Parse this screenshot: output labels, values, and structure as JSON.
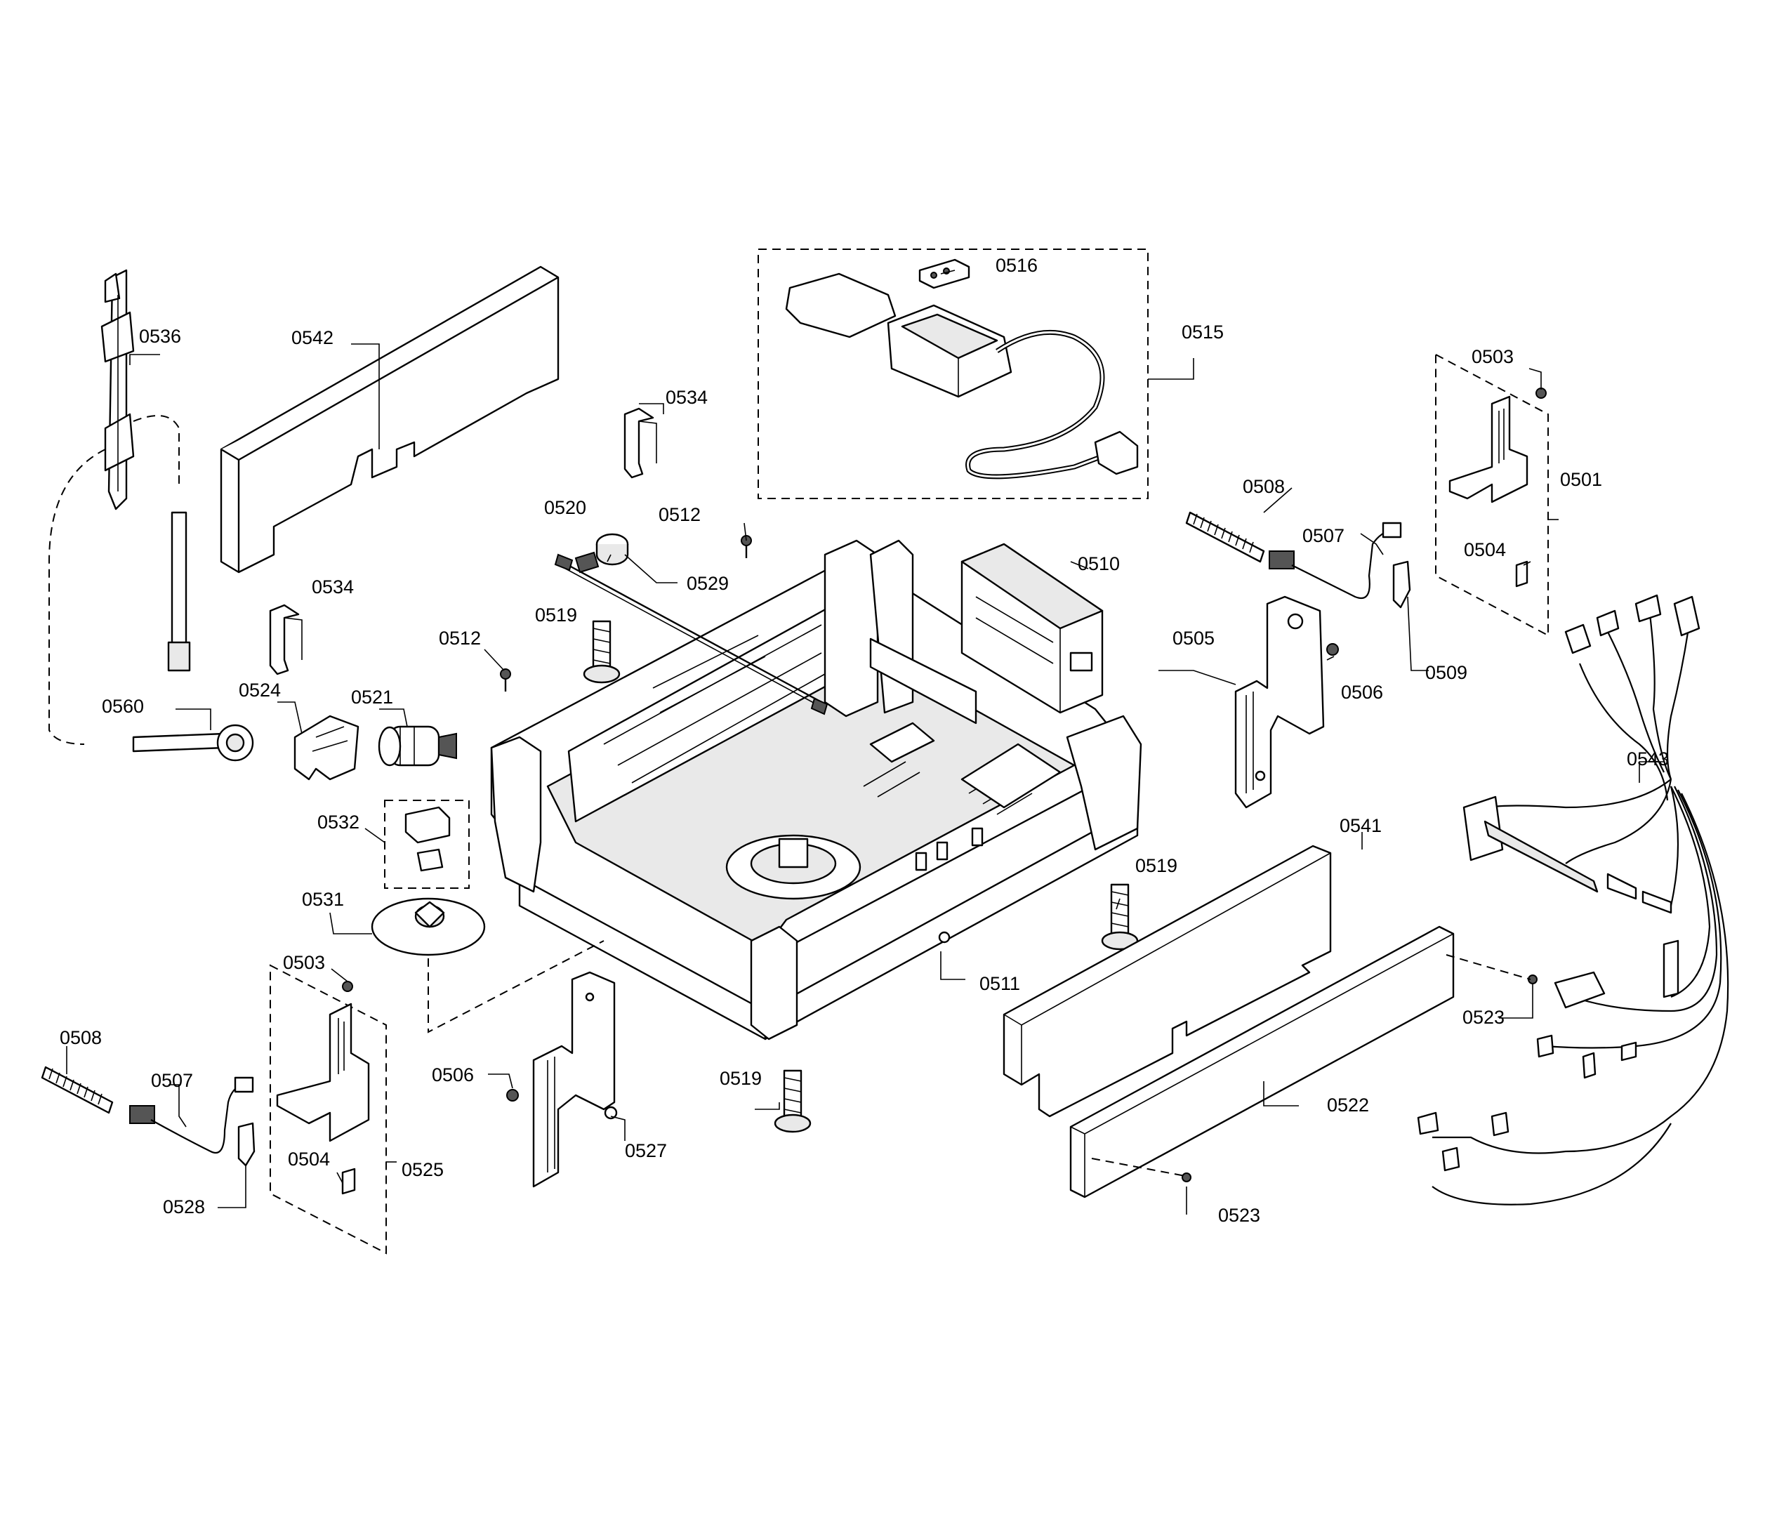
{
  "diagram": {
    "labels": {
      "p0501": "0501",
      "p0503a": "0503",
      "p0503b": "0503",
      "p0504a": "0504",
      "p0504b": "0504",
      "p0505": "0505",
      "p0506a": "0506",
      "p0506b": "0506",
      "p0507a": "0507",
      "p0507b": "0507",
      "p0508a": "0508",
      "p0508b": "0508",
      "p0509": "0509",
      "p0510": "0510",
      "p0511": "0511",
      "p0512a": "0512",
      "p0512b": "0512",
      "p0515": "0515",
      "p0516": "0516",
      "p0519a": "0519",
      "p0519b": "0519",
      "p0519c": "0519",
      "p0520": "0520",
      "p0521": "0521",
      "p0522": "0522",
      "p0523a": "0523",
      "p0523b": "0523",
      "p0524": "0524",
      "p0525": "0525",
      "p0527": "0527",
      "p0528": "0528",
      "p0529": "0529",
      "p0531": "0531",
      "p0532": "0532",
      "p0534a": "0534",
      "p0534b": "0534",
      "p0536": "0536",
      "p0541": "0541",
      "p0542": "0542",
      "p0543": "0543",
      "p0560": "0560"
    }
  }
}
